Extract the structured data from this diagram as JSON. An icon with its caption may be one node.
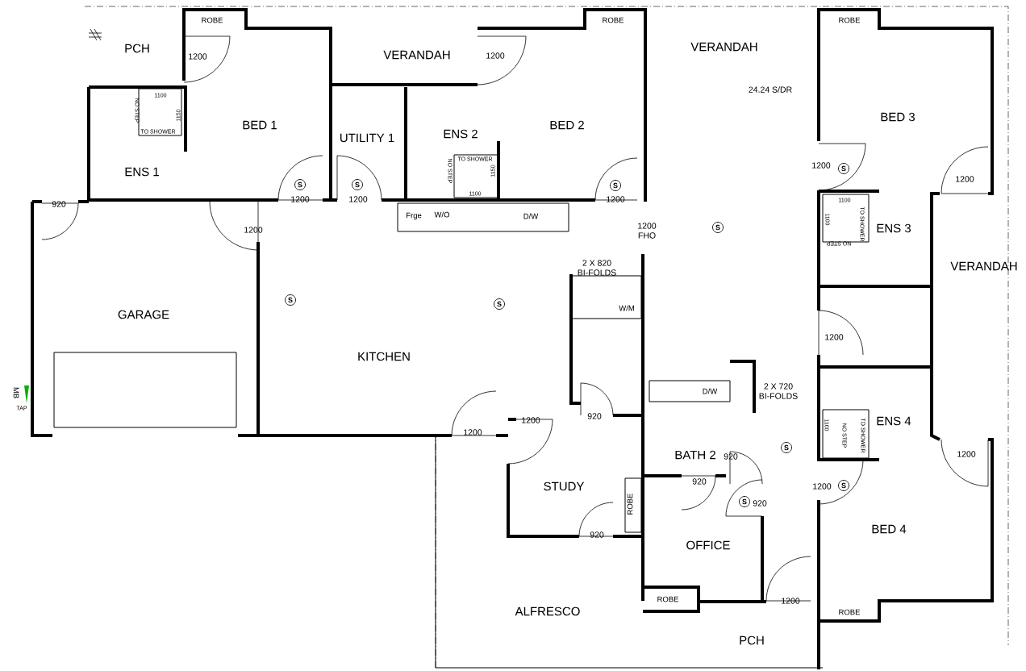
{
  "diagram": {
    "labels": [
      "PCH",
      "ROBE",
      "ROBE",
      "ROBE",
      "1200",
      "VERANDAH",
      "1200",
      "VERANDAH",
      "24.24 S/DR",
      "1100",
      "NO STEP",
      "1150",
      "BED 1",
      "UTILITY 1",
      "ENS 2",
      "BED 2",
      "BED 3",
      "TO SHOWER",
      "TO SHOWER",
      "NO STEP",
      "1150",
      "1100",
      "ENS 1",
      "1200",
      "S",
      "1200",
      "S",
      "1200",
      "S",
      "1200",
      "S",
      "1200",
      "1100",
      "920",
      "Frge",
      "W/O",
      "D/W",
      "1100",
      "TO SHOWER",
      "ENS 3",
      "1200",
      "FHO",
      "S",
      "1200",
      "NO STEP",
      "2 X 820",
      "BI-FOLDS",
      "VERANDAH",
      "S",
      "S",
      "W/M",
      "GARAGE",
      "KITCHEN",
      "1200",
      "D/W",
      "2 X 720",
      "BI-FOLDS",
      "MB",
      "TAP",
      "1100",
      "NO STEP",
      "TO SHOWER",
      "ENS 4",
      "1200",
      "920",
      "1200",
      "S",
      "BATH 2",
      "920",
      "1200",
      "920",
      "STUDY",
      "1200",
      "S",
      "ROBE",
      "S",
      "920",
      "BED 4",
      "920",
      "OFFICE",
      "ROBE",
      "1200",
      "ALFRESCO",
      "ROBE",
      "PCH"
    ]
  }
}
